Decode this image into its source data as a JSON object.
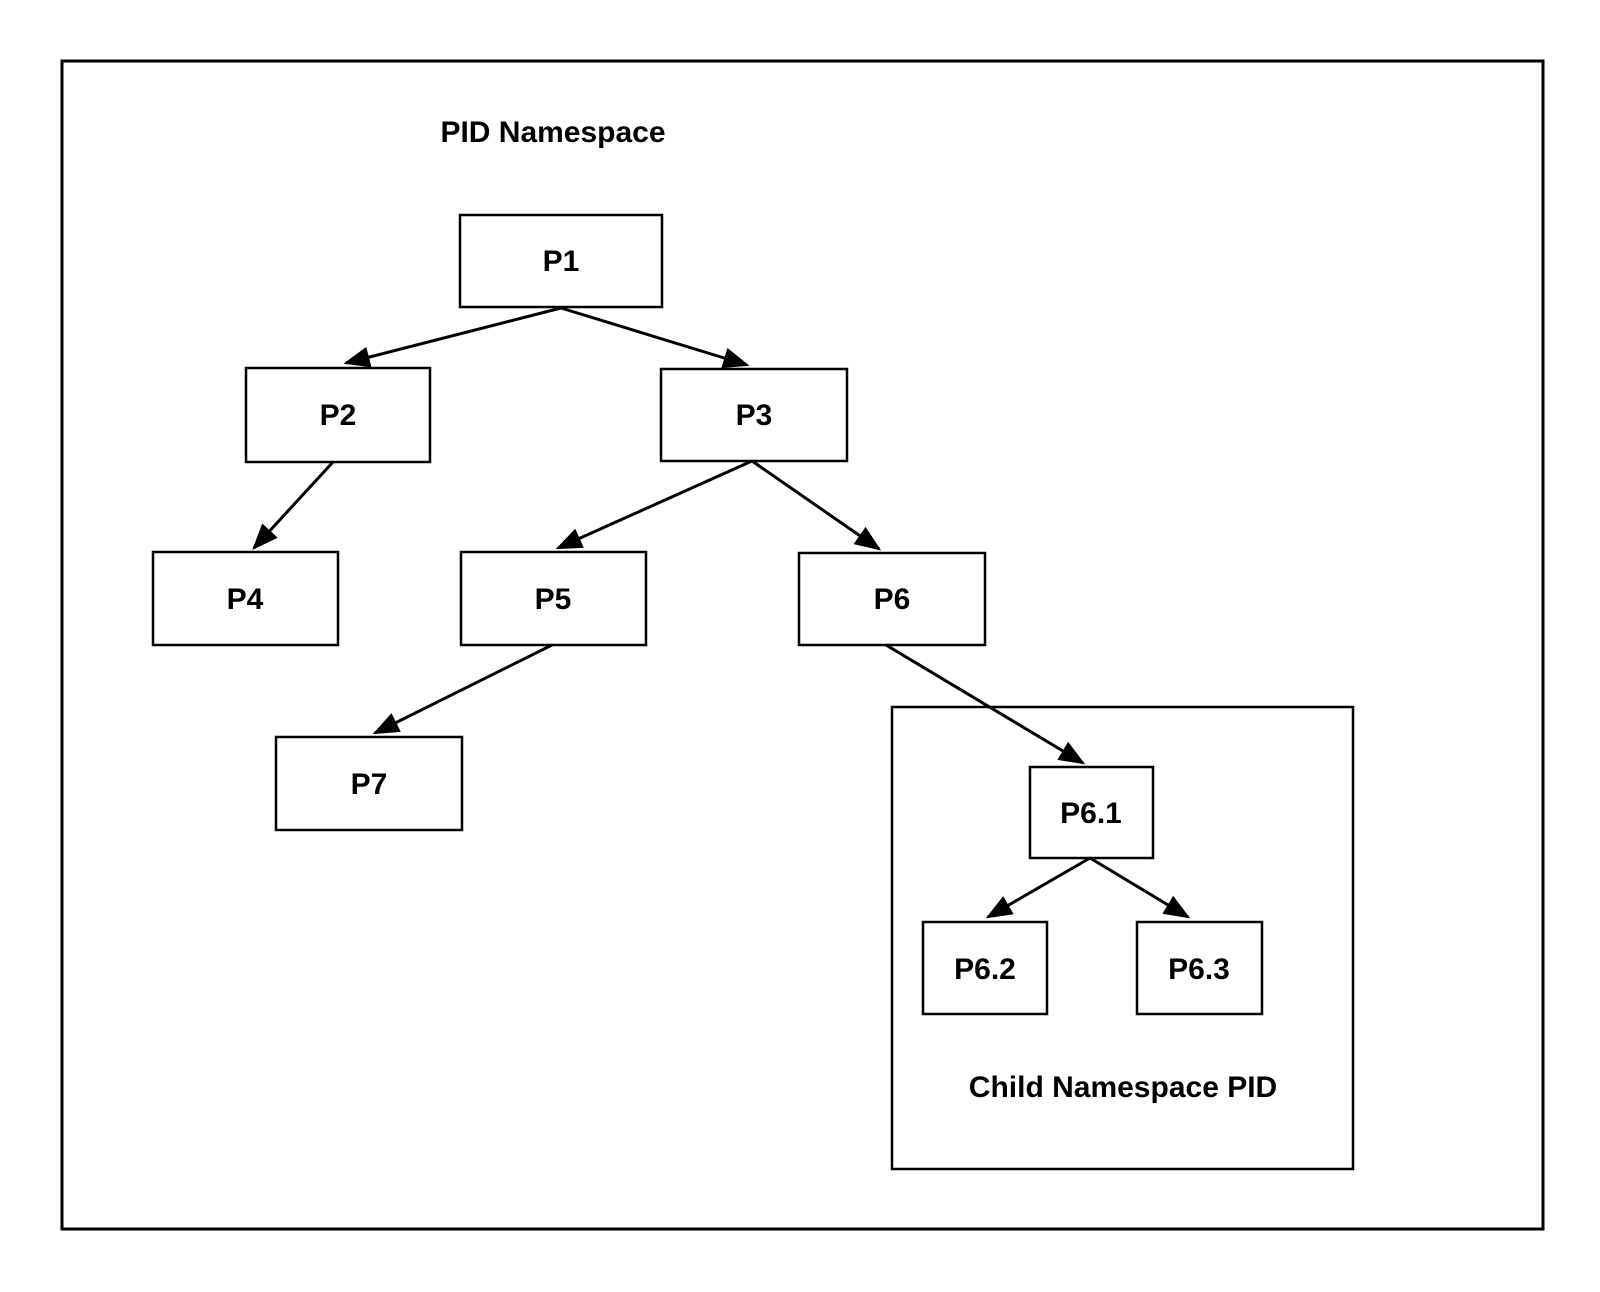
{
  "diagram": {
    "title": "PID Namespace",
    "child_namespace": {
      "label": "Child Namespace PID"
    },
    "nodes": [
      {
        "id": "P1",
        "label": "P1",
        "namespace": "root"
      },
      {
        "id": "P2",
        "label": "P2",
        "namespace": "root"
      },
      {
        "id": "P3",
        "label": "P3",
        "namespace": "root"
      },
      {
        "id": "P4",
        "label": "P4",
        "namespace": "root"
      },
      {
        "id": "P5",
        "label": "P5",
        "namespace": "root"
      },
      {
        "id": "P6",
        "label": "P6",
        "namespace": "root"
      },
      {
        "id": "P7",
        "label": "P7",
        "namespace": "root"
      },
      {
        "id": "P6.1",
        "label": "P6.1",
        "namespace": "child"
      },
      {
        "id": "P6.2",
        "label": "P6.2",
        "namespace": "child"
      },
      {
        "id": "P6.3",
        "label": "P6.3",
        "namespace": "child"
      }
    ],
    "edges": [
      {
        "from": "P1",
        "to": "P2"
      },
      {
        "from": "P1",
        "to": "P3"
      },
      {
        "from": "P2",
        "to": "P4"
      },
      {
        "from": "P3",
        "to": "P5"
      },
      {
        "from": "P3",
        "to": "P6"
      },
      {
        "from": "P5",
        "to": "P7"
      },
      {
        "from": "P6",
        "to": "P6.1"
      },
      {
        "from": "P6.1",
        "to": "P6.2"
      },
      {
        "from": "P6.1",
        "to": "P6.3"
      }
    ],
    "colors": {
      "line": "#000000",
      "fill": "#ffffff",
      "text": "#000000",
      "background": "#ffffff"
    }
  }
}
